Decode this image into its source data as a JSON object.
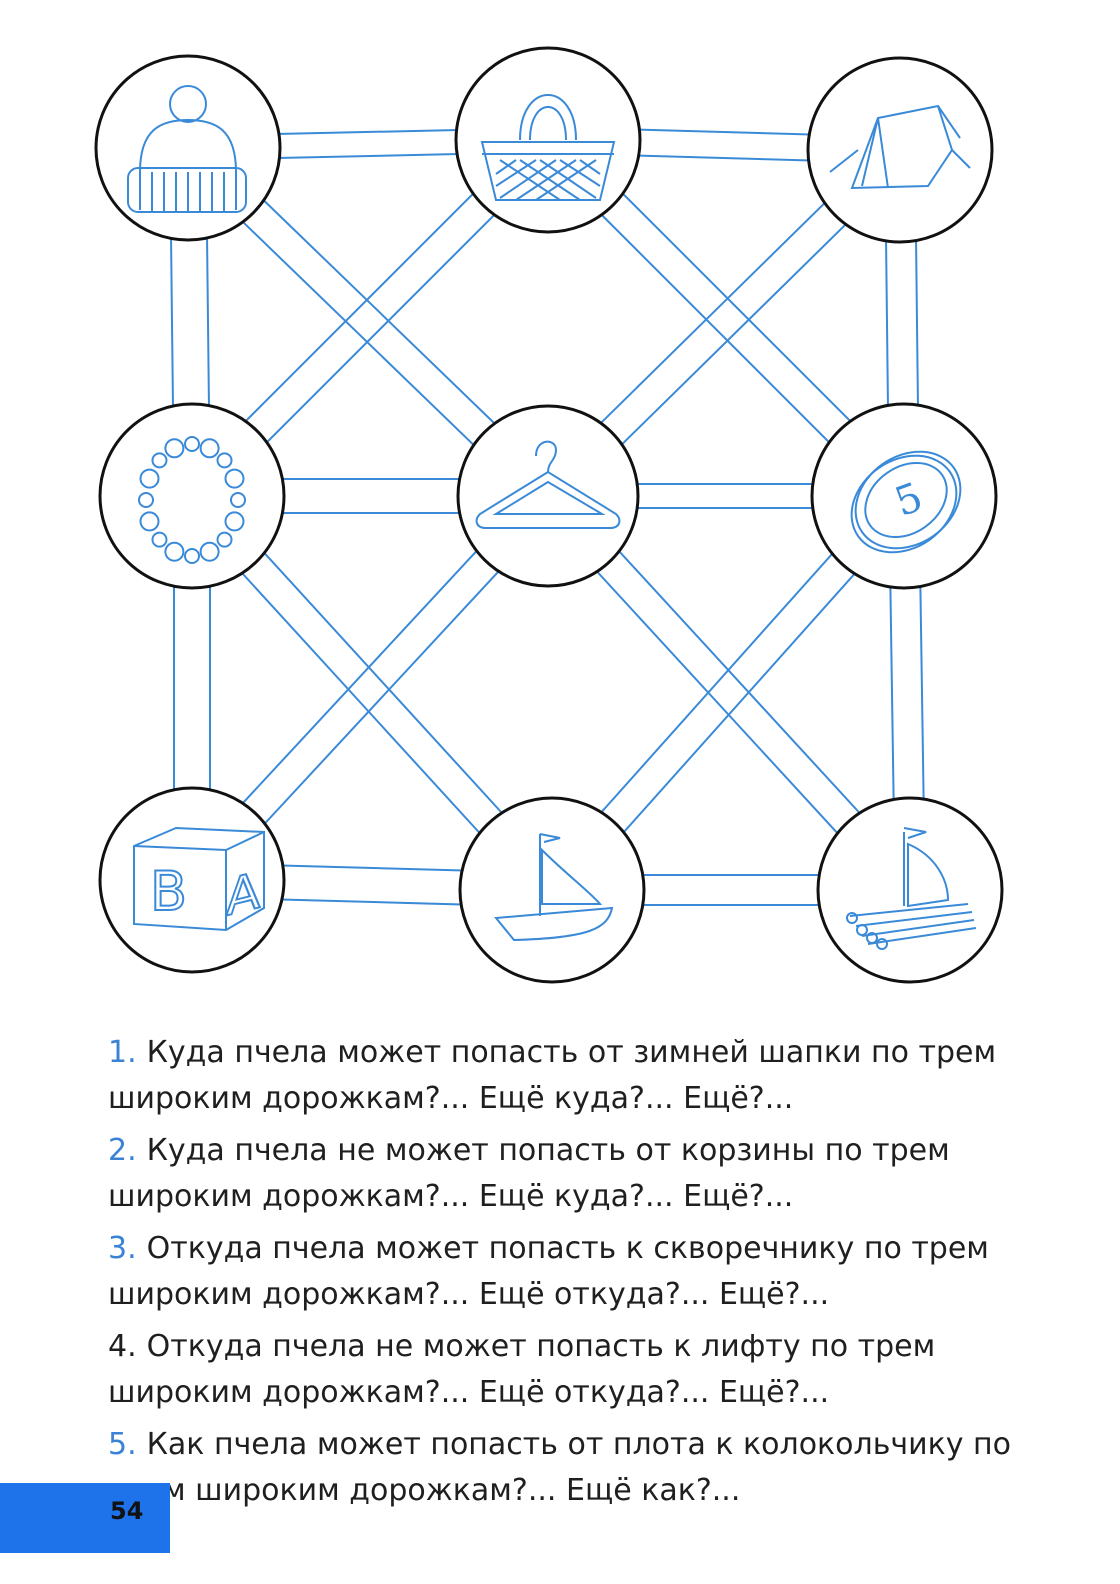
{
  "colors": {
    "road": "#3a8ad8",
    "ink": "#3a8ad8",
    "circle": "#111111",
    "tab": "#1e73ea"
  },
  "nodes": [
    {
      "id": "hat",
      "icon": "winter-hat-icon"
    },
    {
      "id": "basket",
      "icon": "basket-icon"
    },
    {
      "id": "tent",
      "icon": "tent-icon"
    },
    {
      "id": "beads",
      "icon": "beads-icon"
    },
    {
      "id": "hanger",
      "icon": "hanger-icon"
    },
    {
      "id": "coin",
      "icon": "coin-icon"
    },
    {
      "id": "block",
      "icon": "letter-block-icon"
    },
    {
      "id": "boat",
      "icon": "sailboat-icon"
    },
    {
      "id": "raft",
      "icon": "raft-icon"
    }
  ],
  "block_letters": [
    "B",
    "A"
  ],
  "coin_value": "5",
  "questions": [
    {
      "num": "1.",
      "num_blue": true,
      "text": "Куда пчела может попасть от зимней шапки по трем широким дорожкам?... Ещё куда?... Ещё?..."
    },
    {
      "num": "2.",
      "num_blue": true,
      "text": "Куда пчела не может попасть от корзины по трем широким дорожкам?... Ещё куда?... Ещё?..."
    },
    {
      "num": "3.",
      "num_blue": true,
      "text": "Откуда пчела может попасть к скворечнику по трем широким дорожкам?... Ещё откуда?... Ещё?..."
    },
    {
      "num": "4.",
      "num_blue": false,
      "text": "Откуда пчела не может попасть к лифту по трем широким дорожкам?... Ещё откуда?... Ещё?..."
    },
    {
      "num": "5.",
      "num_blue": true,
      "text": "Как пчела может попасть от плота к колокольчику по трем широким дорожкам?... Ещё как?..."
    }
  ],
  "page_number": "54"
}
